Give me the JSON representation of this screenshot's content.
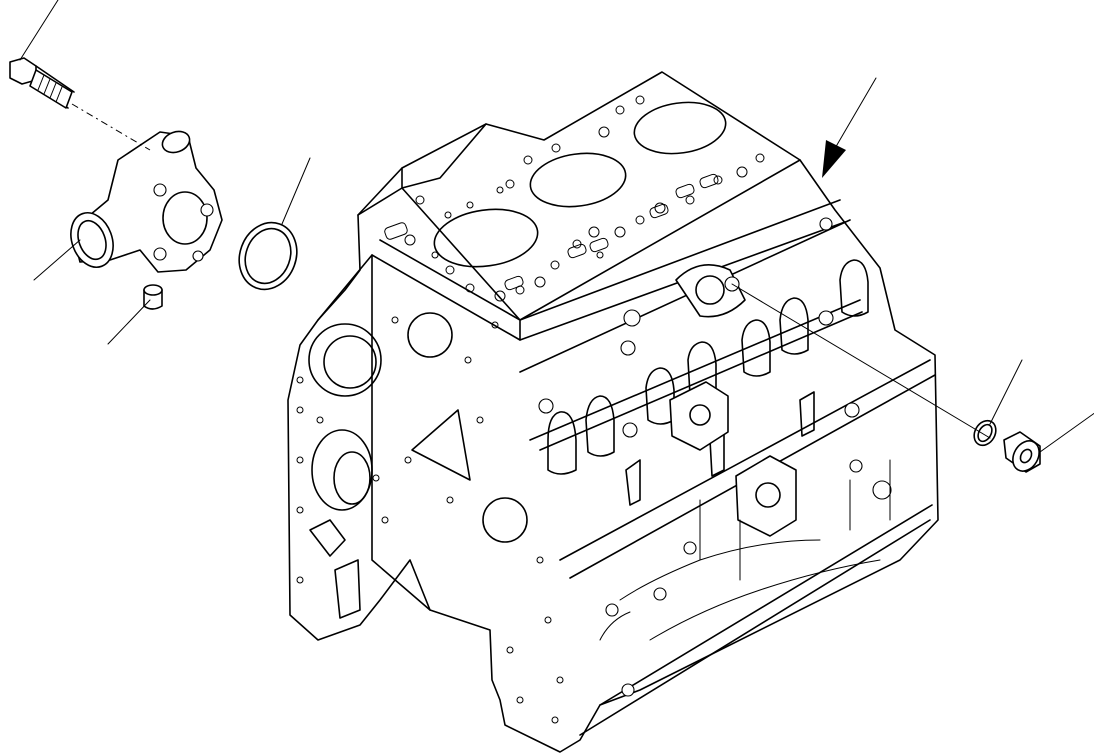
{
  "figure": {
    "kind": "exploded parts diagram",
    "background": "#ffffff",
    "line_color": "#000000",
    "parts": [
      "flange-bolt",
      "water-inlet-connector",
      "o-ring",
      "dowel-pin",
      "plug-gasket",
      "plug",
      "cylinder-block"
    ],
    "leader_count": 6,
    "view_arrow_count": 1
  }
}
